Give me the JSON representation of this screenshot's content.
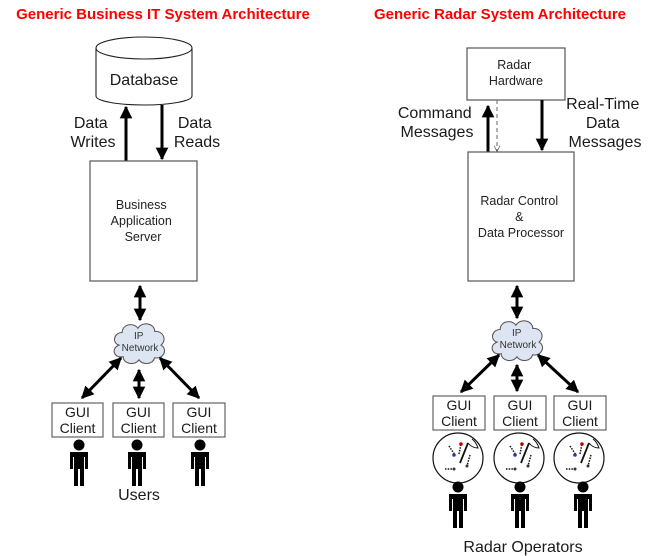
{
  "left": {
    "title": "Generic Business IT System Architecture",
    "database_label": "Database",
    "writes_label": [
      "Data",
      "Writes"
    ],
    "reads_label": [
      "Data",
      "Reads"
    ],
    "server_label": [
      "Business",
      "Application",
      "Server"
    ],
    "network_label": [
      "IP",
      "Network"
    ],
    "clients": [
      {
        "line1": "GUI",
        "line2": "Client"
      },
      {
        "line1": "GUI",
        "line2": "Client"
      },
      {
        "line1": "GUI",
        "line2": "Client"
      }
    ],
    "users_label": "Users"
  },
  "right": {
    "title": "Generic Radar System Architecture",
    "hardware_label": [
      "Radar",
      "Hardware"
    ],
    "command_label": [
      "Command",
      "Messages"
    ],
    "realtime_label": [
      "Real-Time",
      "Data",
      "Messages"
    ],
    "processor_label": [
      "Radar Control",
      "&",
      "Data Processor"
    ],
    "network_label": [
      "IP",
      "Network"
    ],
    "clients": [
      {
        "line1": "GUI",
        "line2": "Client"
      },
      {
        "line1": "GUI",
        "line2": "Client"
      },
      {
        "line1": "GUI",
        "line2": "Client"
      }
    ],
    "operators_label": "Radar Operators"
  },
  "colors": {
    "title": "#ff0000",
    "cloud_fill": "#dde5f3",
    "stroke": "#000000",
    "box_stroke": "#555555",
    "target_red": "#c00000",
    "target_blue": "#1f3ea8"
  }
}
